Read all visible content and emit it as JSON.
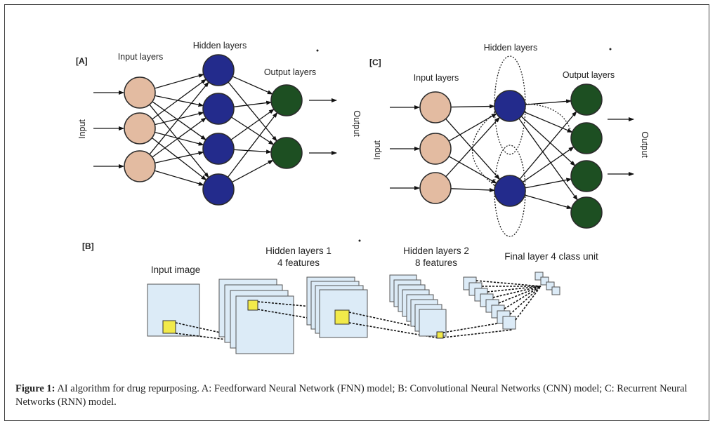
{
  "panel_a": {
    "tag": "[A]",
    "input_layers": "Input layers",
    "hidden_layers": "Hidden layers",
    "output_layers": "Output layers",
    "input": "Input",
    "output": "Output",
    "node_counts": {
      "input": 3,
      "hidden": 4,
      "output": 2
    }
  },
  "panel_b": {
    "tag": "[B]",
    "input_image": "Input image",
    "hidden1_title": "Hidden layers 1",
    "hidden1_sub": "4 features",
    "hidden2_title": "Hidden layers 2",
    "hidden2_sub": "8 features",
    "final": "Final layer 4 class unit"
  },
  "panel_c": {
    "tag": "[C]",
    "input_layers": "Input layers",
    "hidden_layers": "Hidden layers",
    "output_layers": "Output layers",
    "input": "Input",
    "output": "Output",
    "node_counts": {
      "input": 3,
      "hidden": 2,
      "output": 4
    }
  },
  "colors": {
    "input_node": "#e3bba1",
    "hidden_node": "#232b8c",
    "output_node": "#1d4f22",
    "feature_map": "#dcebf7",
    "kernel": "#f2ea4a"
  },
  "caption": {
    "label": "Figure 1:",
    "text": " AI algorithm for drug repurposing. A: Feedforward Neural Network (FNN) model; B: Convolutional Neural Networks (CNN) model; C: Recurrent Neural Networks (RNN) model."
  }
}
